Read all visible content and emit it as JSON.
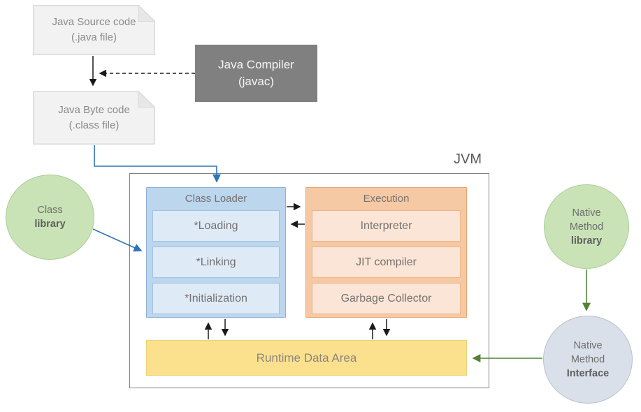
{
  "jvm_label": "JVM",
  "nodes": {
    "java_source": {
      "line1": "Java Source code",
      "line2": "(.java file)"
    },
    "java_compiler": {
      "line1": "Java Compiler",
      "line2": "(javac)"
    },
    "java_byte": {
      "line1": "Java Byte code",
      "line2": "(.class file)"
    },
    "class_library": {
      "line1": "Class",
      "line2": "library"
    },
    "class_loader": {
      "title": "Class Loader",
      "items": [
        "*Loading",
        "*Linking",
        "*Initialization"
      ]
    },
    "execution": {
      "title": "Execution",
      "items": [
        "Interpreter",
        "JIT compiler",
        "Garbage Collector"
      ]
    },
    "runtime_data_area": {
      "label": "Runtime Data Area"
    },
    "native_method_library": {
      "line1": "Native",
      "line2": "Method",
      "line3": "library"
    },
    "native_method_interface": {
      "line1": "Native",
      "line2": "Method",
      "line3": "Interface"
    }
  },
  "connections": [
    {
      "from": "java_source",
      "to": "java_byte",
      "style": "solid-black-arrow"
    },
    {
      "from": "java_compiler",
      "to": "source-byte-arrow",
      "style": "dashed-black-arrow"
    },
    {
      "from": "java_byte",
      "to": "class_loader",
      "style": "solid-blue-elbow-arrow"
    },
    {
      "from": "class_library",
      "to": "class_loader",
      "style": "solid-blue-arrow"
    },
    {
      "from": "class_loader",
      "to": "execution",
      "style": "solid-black-arrow"
    },
    {
      "from": "execution",
      "to": "class_loader",
      "style": "solid-black-arrow"
    },
    {
      "from": "runtime_data_area",
      "to": "class_loader",
      "style": "solid-black-arrow"
    },
    {
      "from": "class_loader",
      "to": "runtime_data_area",
      "style": "solid-black-arrow"
    },
    {
      "from": "runtime_data_area",
      "to": "execution",
      "style": "solid-black-arrow"
    },
    {
      "from": "execution",
      "to": "runtime_data_area",
      "style": "solid-black-arrow"
    },
    {
      "from": "native_method_library",
      "to": "native_method_interface",
      "style": "solid-green-arrow"
    },
    {
      "from": "native_method_interface",
      "to": "runtime_data_area",
      "style": "solid-green-arrow"
    }
  ],
  "colors": {
    "doc_fill": "#F2F2F2",
    "doc_border": "#D9D9D9",
    "compiler_fill": "#808080",
    "compiler_text": "#F5F5F5",
    "blue_outer": "#BCD6EE",
    "blue_border": "#8FAFD4",
    "blue_inner": "#DEEBF7",
    "blue_inner_border": "#9DC3E6",
    "orange_outer": "#F6C9A5",
    "orange_border": "#E8A572",
    "orange_inner": "#FBE5D6",
    "orange_inner_border": "#EFB388",
    "yellow_fill": "#FBE18E",
    "yellow_border": "#EDD377",
    "green_fill": "#C9E3B6",
    "green_border": "#A8CE94",
    "gray_circle_fill": "#DAE0EA",
    "gray_circle_border": "#B9C0CE",
    "frame_border": "#7F7F7F",
    "text_gray": "#767171",
    "arrow_black": "#1A1A1A",
    "arrow_blue": "#2E75B6",
    "arrow_green": "#548235"
  }
}
